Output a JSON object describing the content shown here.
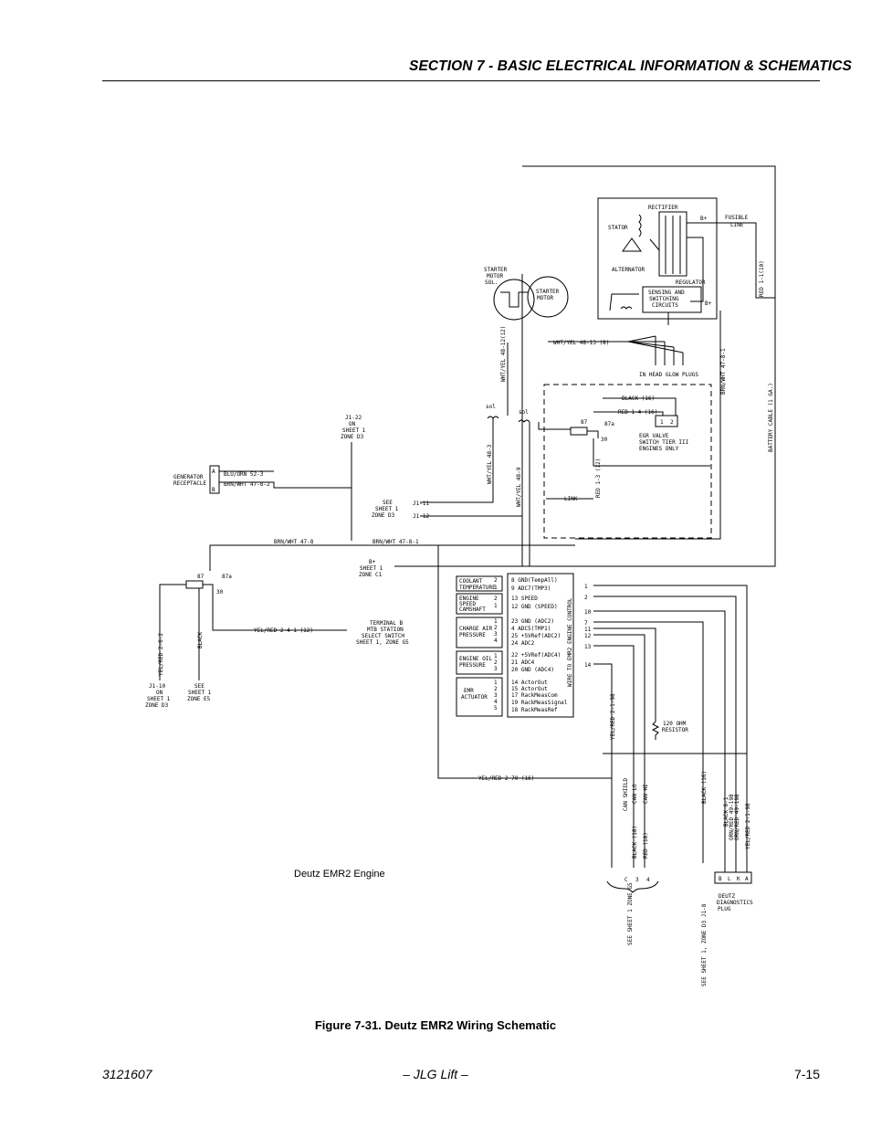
{
  "header": {
    "section_title": "SECTION 7 - BASIC ELECTRICAL INFORMATION & SCHEMATICS"
  },
  "figure": {
    "caption": "Figure 7-31.  Deutz EMR2 Wiring Schematic",
    "engine_label": "Deutz EMR2 Engine"
  },
  "footer": {
    "doc_number": "3121607",
    "center": "– JLG Lift –",
    "page": "7-15"
  },
  "schematic": {
    "alternator": {
      "rectifier": "RECTIFIER",
      "stator": "STATOR",
      "alternator": "ALTERNATOR",
      "regulator": "REGULATOR",
      "sensing1": "SENSING AND",
      "sensing2": "SWITCHING",
      "sensing3": "CIRCUITS",
      "b_plus": "B+",
      "fusible1": "FUSIBLE",
      "fusible2": "LINE",
      "red_wire": "RED 1-1(10)",
      "b_term": "B+"
    },
    "starter": {
      "sol1": "STARTER",
      "sol2": "MOTOR",
      "sol3": "SOL.",
      "motor1": "STARTER",
      "motor2": "MOTOR"
    },
    "glow": {
      "wire": "WHT/YEL 48-13 (8)",
      "plugs": "IN HEAD GLOW PLUGS",
      "wht_yel": "WHT/YEL 48-12(12)",
      "brn_wht": "BRN/WHT 47-8-1"
    },
    "battery": {
      "cable": "BATTERY CABLE (1 GA.)"
    },
    "egr": {
      "black": "BLACK (16)",
      "red": "RED 1-4 (16)",
      "t1": "1",
      "t2": "2",
      "l1": "EGR VALVE",
      "l2": "SWITCH TIER III",
      "l3": "ENGINES ONLY",
      "r87": "87",
      "r87a": "87a",
      "r30": "30",
      "red13": "RED 1-3 (12)",
      "link": "LINK"
    },
    "sol": {
      "a": "sol",
      "b": "sol",
      "w483": "WHT/YEL 48-3",
      "w489": "WHT/YEL 48-9"
    },
    "j1": {
      "l1": "J1-22",
      "l2": "ON",
      "l3": "SHEET 1",
      "l4": "ZONE D3"
    },
    "generator": {
      "l1": "GENERATOR",
      "l2": "RECEPTACLE",
      "a": "A",
      "b": "B",
      "blu": "BLU/ORN 52-3",
      "brn": "BRN/WHT 47-8-2"
    },
    "see_d3": {
      "l1": "SEE",
      "l2": "SHEET 1",
      "l3": "ZONE D3",
      "j111": "J1-11",
      "j112": "J1-12"
    },
    "main_bus": {
      "w478": "BRN/WHT 47-8",
      "w4781": "BRN/WHT 47-8-1"
    },
    "b_plus_ref": {
      "l1": "B+",
      "l2": "SHEET 1",
      "l3": "ZONE C1"
    },
    "relay": {
      "r87": "87",
      "r87a": "87a",
      "r30": "30",
      "y262": "YEL/RED 2-6-2",
      "black": "BLACK",
      "y241": "YEL/RED 2-4-1 (12)"
    },
    "terminal": {
      "l1": "TERMINAL B",
      "l2": "MTB STATION",
      "l3": "SELECT SWITCH",
      "l4": "SHEET 1, ZONE G5"
    },
    "j110": {
      "l1": "J1-10",
      "l2": "ON",
      "l3": "SHEET 1",
      "l4": "ZONE D3"
    },
    "see_e5": {
      "l1": "SEE",
      "l2": "SHEET 1",
      "l3": "ZONE E5"
    },
    "sensors": [
      {
        "name1": "COOLANT",
        "name2": "TEMPERATURE",
        "pins": [
          "2",
          "1"
        ]
      },
      {
        "name1": "ENGINE",
        "name2": "SPEED",
        "name3": "CAMSHAFT",
        "pins": [
          "2",
          "1"
        ]
      },
      {
        "name1": "CHARGE AIR",
        "name2": "PRESSURE",
        "pins": [
          "1",
          "2",
          "3",
          "4"
        ]
      },
      {
        "name1": "ENGINE OIL",
        "name2": "PRESSURE",
        "pins": [
          "1",
          "2",
          "3"
        ]
      },
      {
        "name1": "EMR",
        "name2": "ACTUATOR",
        "pins": [
          "1",
          "2",
          "3",
          "4",
          "5"
        ]
      }
    ],
    "emr_pins": [
      "8 GND(TempAll)",
      "9 ADC7(TMP3)",
      "13 SPEED",
      "12 GND (SPEED)",
      "23 GND (ADC2)",
      "4 ADC5(TMP1)",
      "25 +5VRef(ADC2)",
      "24 ADC2",
      "22 +5VRef(ADC4)",
      "21 ADC4",
      "20 GND (ADC4)",
      "14 ActorOut",
      "15 ActorOut",
      "17 RackMeasCom",
      "19 RackMeasSignal",
      "18 RackMeasRef"
    ],
    "emr_box": "WIRE TO EMR2 ENGINE CONTROL",
    "emr_out": [
      "1",
      "2",
      "10",
      "7",
      "11",
      "12",
      "13",
      "14"
    ],
    "resistor": {
      "l1": "120 OHM",
      "l2": "RESISTOR"
    },
    "lower": {
      "y2198": "YEL/RED 2-1-98",
      "y270": "YEL/RED 2-70 (16)",
      "can_shield": "CAN SHIELD",
      "can_lo": "CAN LO",
      "can_hi": "CAN HI",
      "black18": "BLACK (18)",
      "red18": "RED (18)",
      "c": "C",
      "three": "3",
      "four": "4",
      "see_g5": "SEE SHEET 1 ZONE G5",
      "black16": "BLACK (16)",
      "see_j18": "SEE SHEET 1, ZONE D3 J1-8",
      "b61": "BLACK 6-1",
      "o49": "ORN/RED 49-198",
      "o49b": "ORN/RED 49-198",
      "y298": "YEL/RED 2-1-98"
    },
    "diag": {
      "b": "B",
      "l": "L",
      "k": "K",
      "a": "A",
      "l1": "DEUTZ",
      "l2": "DIAGNOSTICS",
      "l3": "PLUG"
    }
  }
}
